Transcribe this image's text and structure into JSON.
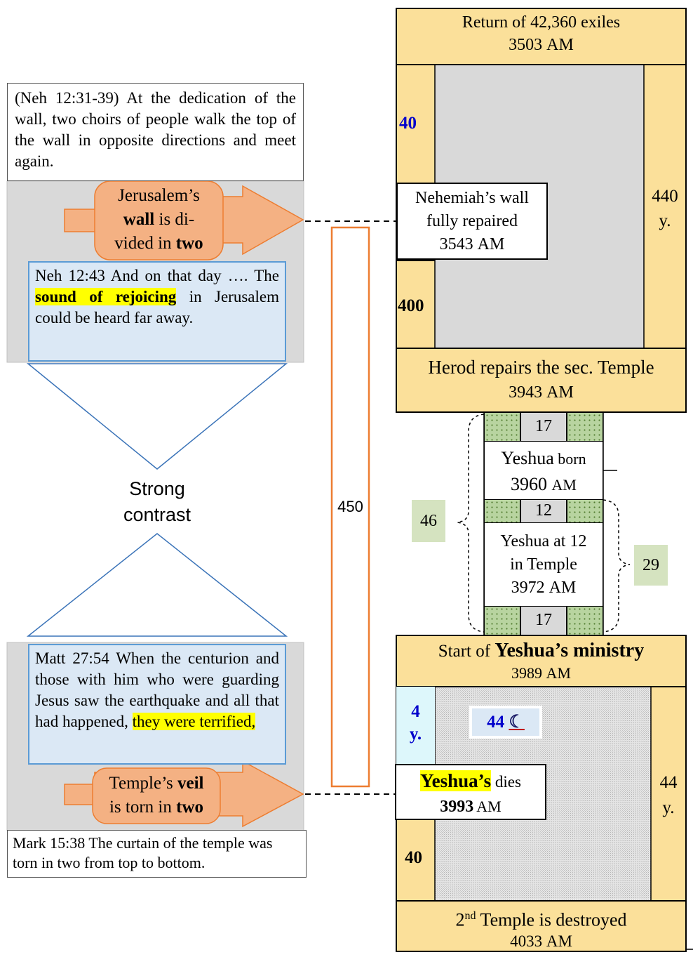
{
  "left": {
    "neh_box_text": "(Neh 12:31-39) At the dedication of the wall, two choirs of people walk the top of the wall in opposite directions and meet again.",
    "wall_arrow": {
      "l1": "Jerusalem’s",
      "l2a": "wall",
      "l2b": " is di-",
      "l3a": "vided in ",
      "l3b": "two"
    },
    "rejoice": {
      "before": "Neh 12:43 And on that day …. The ",
      "highlight": "sound of rejoicing",
      "after": " in Jerusalem could be heard far away."
    },
    "contrast": {
      "l1": "Strong",
      "l2": "contrast"
    },
    "matt": {
      "before": "Matt 27:54 When the centurion and those with him who were guarding Jesus saw the earthquake and all that had happened, ",
      "highlight": "they were terrified,"
    },
    "veil_arrow": {
      "l1a": "Temple’s ",
      "l1b": "veil",
      "l2a": "is torn in ",
      "l2b": "two"
    },
    "mark_text": "Mark 15:38 The curtain of the temple was torn in two from top to bottom."
  },
  "middle": {
    "span_label": "450"
  },
  "right": {
    "return": {
      "l1": "Return of 42,360 exiles",
      "year": "3503",
      "unit": "AM"
    },
    "left40": "40",
    "left400": "400",
    "right440": {
      "l1": "440",
      "l2": "y."
    },
    "wall_repaired": {
      "l1": "Nehemiah’s wall",
      "l2": "fully repaired",
      "year": "3543",
      "unit": "AM"
    },
    "herod": {
      "l1": "Herod repairs the sec. Temple",
      "year": "3943",
      "unit": "AM"
    },
    "seg17a": "17",
    "born": {
      "name": "Yeshua",
      "word": " born",
      "year": "3960",
      "unit": "AM"
    },
    "seg12": "12",
    "at12": {
      "l1": "Yeshua at 12",
      "l2": "in Temple",
      "year": "3972",
      "unit": "AM"
    },
    "seg17b": "17",
    "brace46": "46",
    "brace29": "29",
    "ministry": {
      "l1a": "Start of ",
      "l1b": "Yeshua’s ministry",
      "year": "3989",
      "unit": "AM"
    },
    "left4": {
      "l1": "4",
      "l2": "y."
    },
    "moon": {
      "num": "44",
      "glyph": "☾"
    },
    "dies": {
      "name": "Yeshua’s",
      "word": " dies",
      "year": "3993",
      "unit": "AM"
    },
    "right44": {
      "l1": "44",
      "l2": "y."
    },
    "left40b": "40",
    "destroyed": {
      "ord": "2",
      "sup": "nd",
      "l1": " Temple is destroyed",
      "year": "4033",
      "unit": "AM"
    }
  },
  "colors": {
    "gold": "#fbe09a",
    "grey": "#d9d9d9",
    "orange": "#f4b183",
    "blue_border": "#5b9bd5",
    "pale_blue": "#dbe8f5",
    "green": "#c5dcb0",
    "highlight": "#ffff00"
  }
}
